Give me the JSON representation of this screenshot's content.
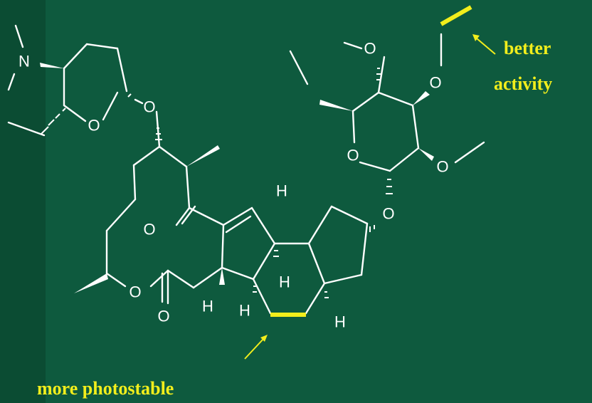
{
  "annotations": {
    "better_activity_line1": "better",
    "better_activity_line2": "activity",
    "more_photostable": "more photostable"
  },
  "atom_labels": {
    "nitrogen": "N",
    "oxygen": "O",
    "hydrogen": "H"
  },
  "colors": {
    "background": "#0e5a3e",
    "background_left_band": "#0b4c33",
    "bonds": "#ffffff",
    "highlight": "#f2ee1c"
  }
}
